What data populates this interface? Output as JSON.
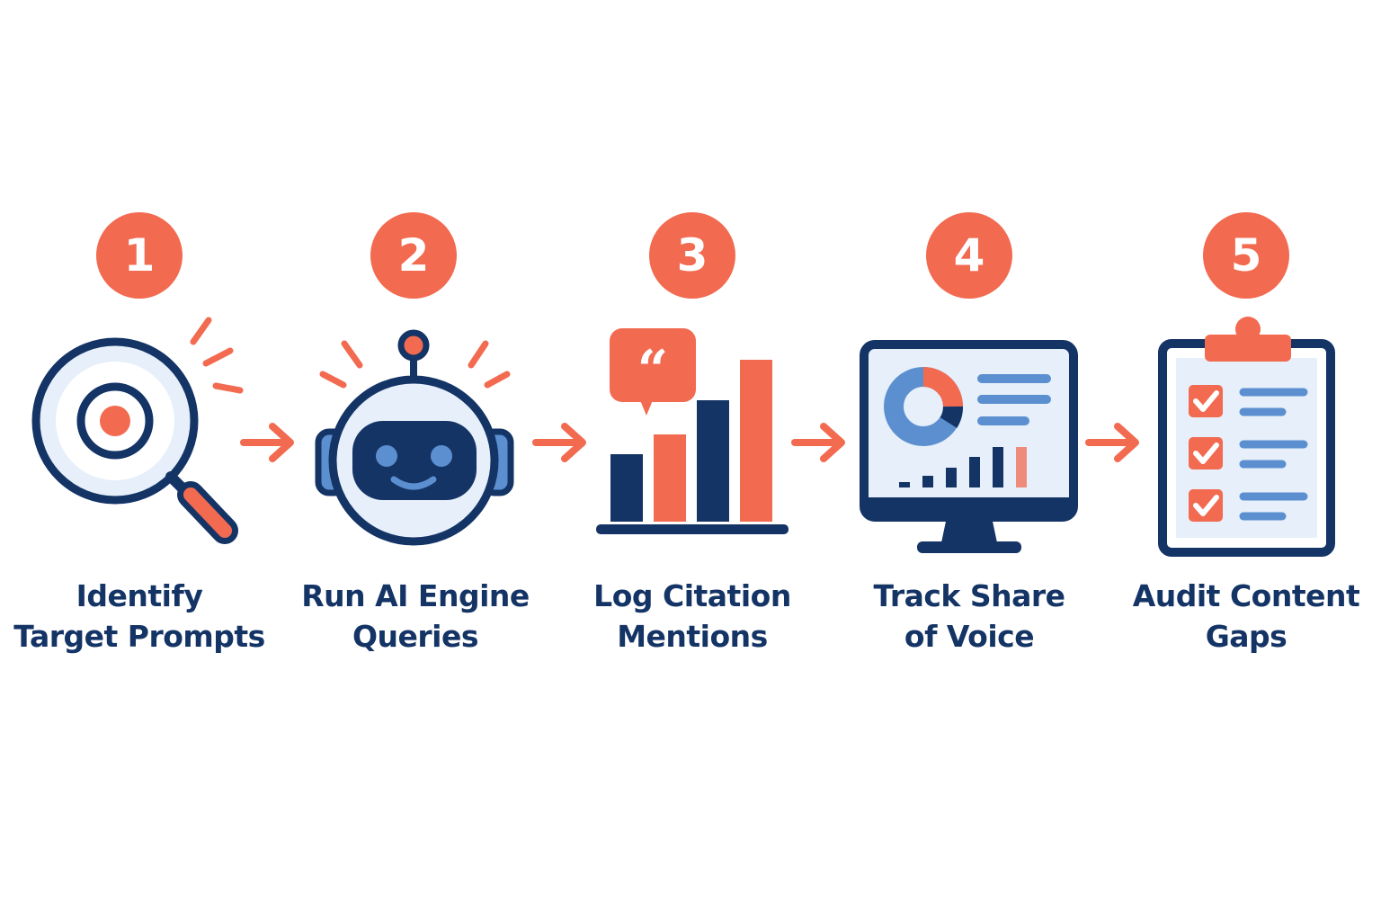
{
  "colors": {
    "accent": "#F26A50",
    "navy": "#143466",
    "blue": "#5B8FD0",
    "light_blue": "#E6EFFA",
    "white": "#FFFFFF"
  },
  "steps": [
    {
      "number": "1",
      "line1": "Identify",
      "line2": "Target Prompts",
      "icon": "magnifier-target-icon"
    },
    {
      "number": "2",
      "line1": "Run AI Engine",
      "line2": "Queries",
      "icon": "robot-icon"
    },
    {
      "number": "3",
      "line1": "Log Citation",
      "line2": "Mentions",
      "icon": "quote-bar-chart-icon"
    },
    {
      "number": "4",
      "line1": "Track Share",
      "line2": "of Voice",
      "icon": "monitor-dashboard-icon"
    },
    {
      "number": "5",
      "line1": "Audit Content",
      "line2": "Gaps",
      "icon": "clipboard-checklist-icon"
    }
  ]
}
